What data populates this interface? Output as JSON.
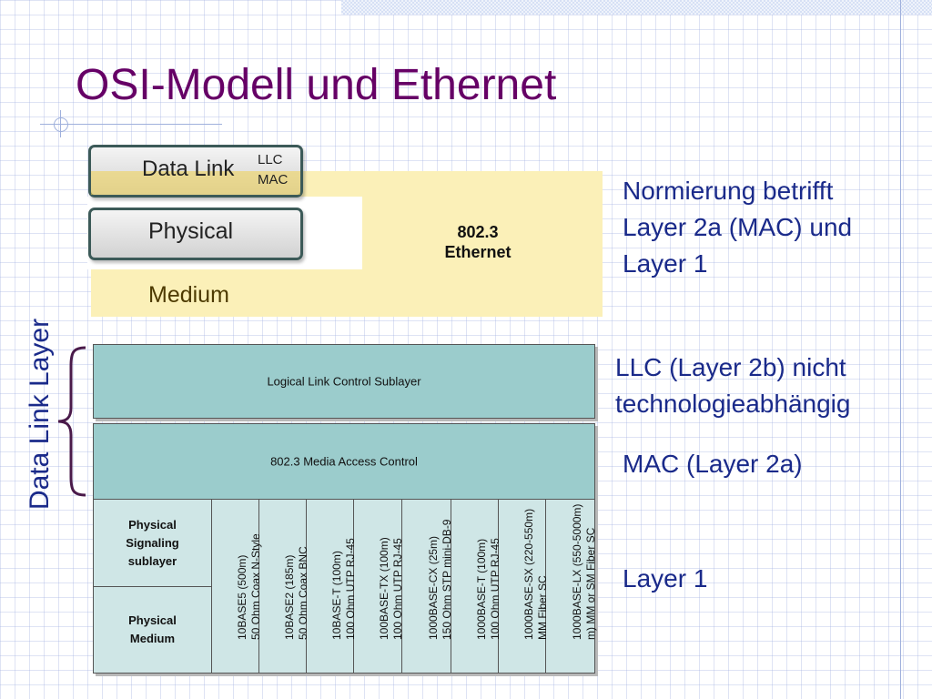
{
  "title": "OSI-Modell und Ethernet",
  "osi_stack": {
    "data_link": "Data Link",
    "llc": "LLC",
    "mac": "MAC",
    "physical": "Physical",
    "medium": "Medium",
    "ethernet_line1": "802.3",
    "ethernet_line2": "Ethernet"
  },
  "notes": {
    "n1_line1": "Normierung betrifft",
    "n1_line2": "Layer 2a (MAC) und",
    "n1_line3": "Layer 1",
    "n2_line1": "LLC (Layer 2b) nicht",
    "n2_line2": "technologieabhängig",
    "n3": "MAC (Layer 2a)",
    "n4": "Layer 1"
  },
  "side_label": "Data Link Layer",
  "diagram": {
    "llc_box": "Logical Link Control Sublayer",
    "mac_box": "802.3 Media Access Control",
    "signaling": [
      "Physical",
      "Signaling",
      "sublayer"
    ],
    "medium": [
      "Physical",
      "Medium"
    ],
    "columns": [
      {
        "l1": "10BASE5 (500m)",
        "l2": "50 Ohm Coax N-Style"
      },
      {
        "l1": "10BASE2 (185m)",
        "l2": "50 Ohm Coax BNC"
      },
      {
        "l1": "10BASE-T (100m)",
        "l2": "100 Ohm UTP RJ-45"
      },
      {
        "l1": "100BASE-TX (100m)",
        "l2": "100 Ohm UTP RJ-45"
      },
      {
        "l1": "1000BASE-CX (25m)",
        "l2": "150 Ohm STP mini-DB-9"
      },
      {
        "l1": "1000BASE-T (100m)",
        "l2": "100 Ohm UTP RJ-45"
      },
      {
        "l1": "1000BASE-SX (220-550m)",
        "l2": "MM Fiber SC"
      },
      {
        "l1": "1000BASE-LX (550-5000m)",
        "l2": "m) MM or SM Fiber SC"
      }
    ]
  }
}
